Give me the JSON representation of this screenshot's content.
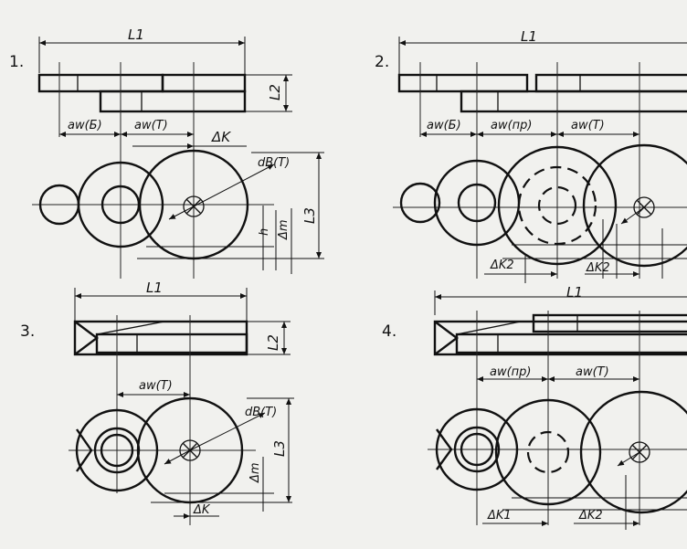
{
  "diagrams": [
    {
      "number": "1.",
      "labels": {
        "L1": "L1",
        "L2": "L2",
        "L3": "L3",
        "aw_b": "aw(Б)",
        "aw_t": "aw(T)",
        "dK": "ΔK",
        "dB_t": "dB(T)",
        "h": "h",
        "dm": "Δm"
      }
    },
    {
      "number": "2.",
      "labels": {
        "L1": "L1",
        "aw_b": "aw(Б)",
        "aw_pr": "aw(пр)",
        "aw_t": "aw(T)",
        "dK2a": "ΔK2",
        "dK2b": "ΔK2"
      }
    },
    {
      "number": "3.",
      "labels": {
        "L1": "L1",
        "L2": "L2",
        "L3": "L3",
        "aw_t": "aw(T)",
        "dB_t": "dB(T)",
        "dm": "Δm",
        "dK": "ΔK"
      }
    },
    {
      "number": "4.",
      "labels": {
        "L1": "L1",
        "aw_pr": "aw(пр)",
        "aw_t": "aw(T)",
        "dK1": "ΔK1",
        "dK2": "ΔK2"
      }
    }
  ]
}
